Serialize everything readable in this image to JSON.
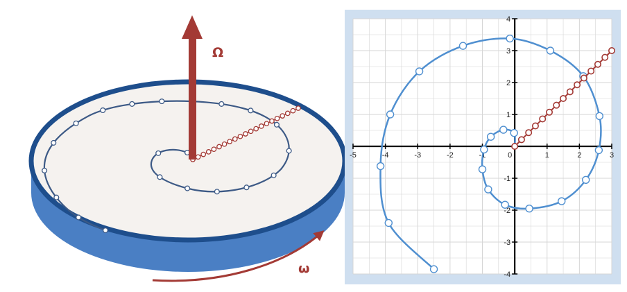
{
  "symbols": {
    "big_omega": "Ω",
    "small_omega": "ω"
  },
  "colors": {
    "disk_top": "#f5f2ef",
    "disk_rim": "#1e4e8c",
    "disk_side": "#4a7fc4",
    "path_blue": "#3d5a86",
    "curve_blue": "#4f8fd0",
    "red": "#a33a35",
    "chart_frame": "#cfdff0",
    "chart_grid": "#d6d6d6",
    "axis": "#000000"
  },
  "chart_data": {
    "type": "scatter",
    "title": "",
    "xlabel": "",
    "ylabel": "",
    "xlim": [
      -5,
      3
    ],
    "ylim": [
      -4,
      4
    ],
    "xticks": [
      "-5",
      "-4",
      "-3",
      "-2",
      "-1",
      "0",
      "1",
      "2",
      "3"
    ],
    "yticks": [
      "-4",
      "-3",
      "-2",
      "-1",
      "0",
      "1",
      "2",
      "3",
      "4"
    ],
    "grid": true,
    "series": [
      {
        "kind": "spiral",
        "color": "#4f8fd0",
        "points": [
          [
            0,
            0
          ],
          [
            -0.02,
            0.42
          ],
          [
            -0.35,
            0.52
          ],
          [
            -0.74,
            0.3
          ],
          [
            -0.95,
            -0.1
          ],
          [
            -1.0,
            -0.72
          ],
          [
            -0.82,
            -1.35
          ],
          [
            -0.3,
            -1.83
          ],
          [
            0.45,
            -1.95
          ],
          [
            1.45,
            -1.72
          ],
          [
            2.2,
            -1.05
          ],
          [
            2.6,
            -0.12
          ],
          [
            2.62,
            0.95
          ],
          [
            2.12,
            2.2
          ],
          [
            1.1,
            3.0
          ],
          [
            -0.15,
            3.38
          ],
          [
            -1.6,
            3.15
          ],
          [
            -2.95,
            2.35
          ],
          [
            -3.85,
            1.0
          ],
          [
            -4.15,
            -0.62
          ],
          [
            -3.9,
            -2.4
          ],
          [
            -2.5,
            -3.85
          ]
        ]
      },
      {
        "kind": "line",
        "color": "#a33a35",
        "points": [
          [
            0,
            0
          ],
          [
            0.21,
            0.21
          ],
          [
            0.43,
            0.43
          ],
          [
            0.64,
            0.64
          ],
          [
            0.86,
            0.86
          ],
          [
            1.07,
            1.07
          ],
          [
            1.29,
            1.29
          ],
          [
            1.5,
            1.5
          ],
          [
            1.71,
            1.71
          ],
          [
            1.93,
            1.93
          ],
          [
            2.14,
            2.14
          ],
          [
            2.36,
            2.36
          ],
          [
            2.57,
            2.57
          ],
          [
            2.79,
            2.79
          ],
          [
            3,
            3
          ]
        ]
      }
    ]
  }
}
